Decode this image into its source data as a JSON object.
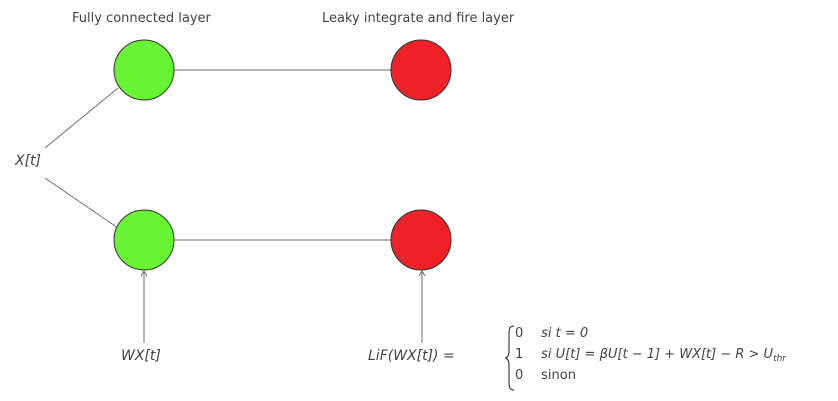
{
  "titles": {
    "left": "Fully connected layer",
    "right": "Leaky integrate and fire layer"
  },
  "labels": {
    "input": "X[t]",
    "weighted_input": "WX[t]",
    "lif_function": "LiF(WX[t]) ="
  },
  "cases": [
    {
      "value": "0",
      "condition": "si t = 0"
    },
    {
      "value": "1",
      "condition": "si U[t] = βU[t − 1] + WX[t] − R > U",
      "subscript": "thr"
    },
    {
      "value": "0",
      "condition": "sinon"
    }
  ],
  "colors": {
    "fc_node": "#66f433",
    "lif_node": "#ec2226",
    "edge": "#6e6e6e",
    "text": "#444444"
  }
}
